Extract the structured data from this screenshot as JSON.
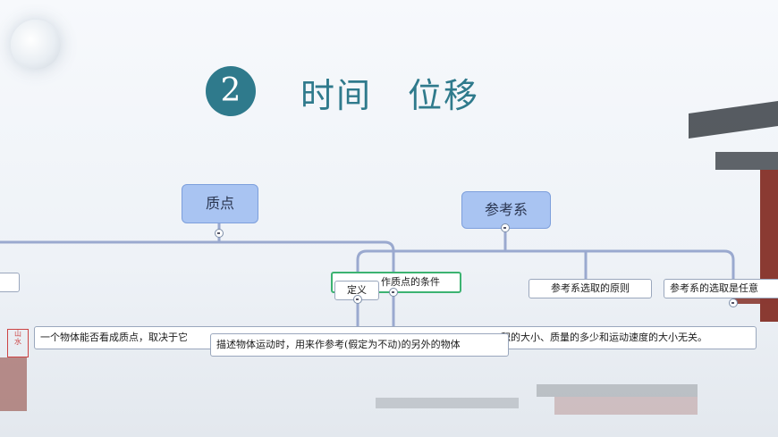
{
  "title": {
    "number": "2",
    "text": "时间　位移"
  },
  "nodes": {
    "zhidian": "质点",
    "cankaoxi": "参考系"
  },
  "subs": {
    "condition": "作质点的条件",
    "definition": "定义",
    "principle": "参考系选取的原则",
    "arbitrary": "参考系的选取是任意",
    "condition_text_left": "一个物体能否看成质点，取决于它",
    "condition_text_right": "积的大小、质量的多少和运动速度的大小无关。",
    "definition_text": "描述物体运动时，用来作参考(假定为不动)的另外的物体"
  },
  "colors": {
    "accent": "#2f7a8c",
    "node_fill": "#a9c4f2",
    "line": "#9aa9cf",
    "highlight": "#3cb371"
  }
}
